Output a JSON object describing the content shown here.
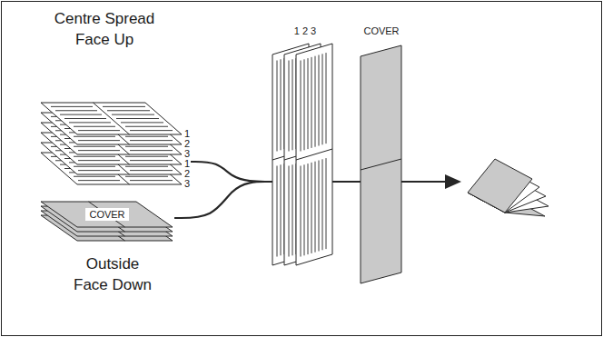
{
  "diagram": {
    "labels": [
      "Centre Spread Face Up",
      "1",
      "2",
      "3",
      "1",
      "2",
      "3",
      "COVER",
      "Outside Face Down",
      "1 2 3",
      "COVER"
    ]
  }
}
